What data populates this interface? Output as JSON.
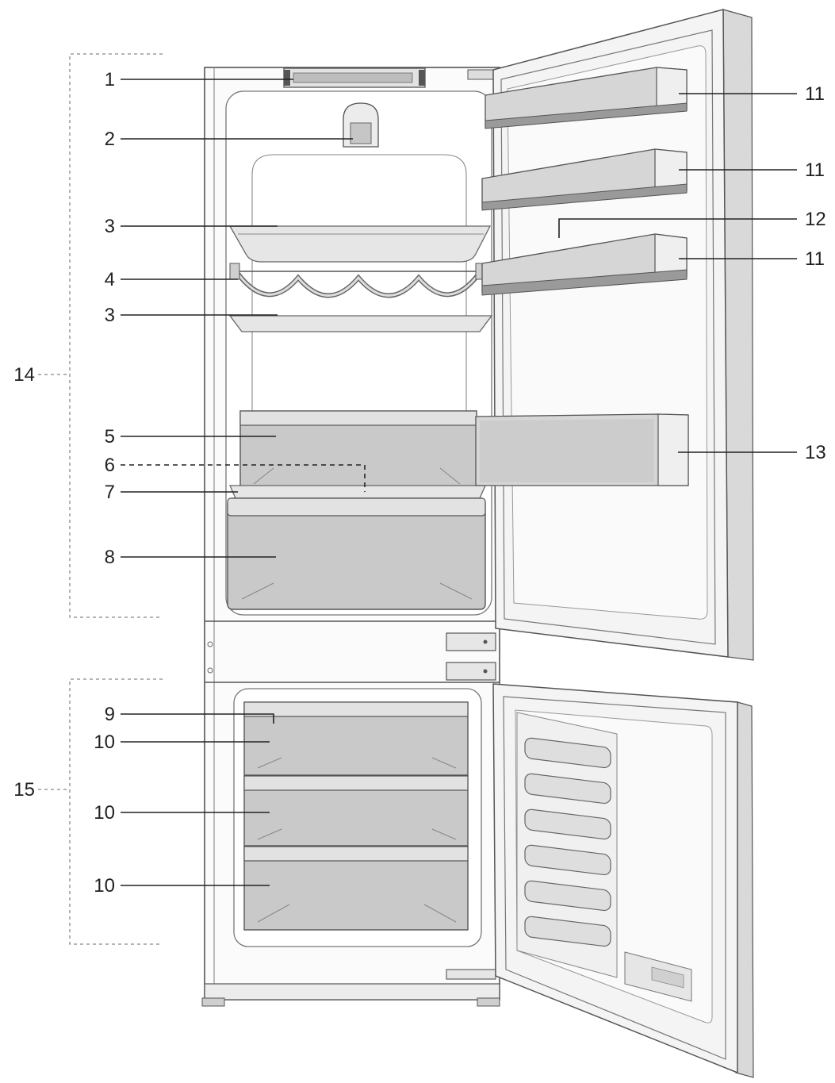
{
  "callouts": {
    "c1": "1",
    "c2": "2",
    "c3a": "3",
    "c4": "4",
    "c3b": "3",
    "c5": "5",
    "c6": "6",
    "c7": "7",
    "c8": "8",
    "c9": "9",
    "c10a": "10",
    "c10b": "10",
    "c10c": "10",
    "c11a": "11",
    "c11b": "11",
    "c12": "12",
    "c11c": "11",
    "c13": "13",
    "c14": "14",
    "c15": "15"
  }
}
